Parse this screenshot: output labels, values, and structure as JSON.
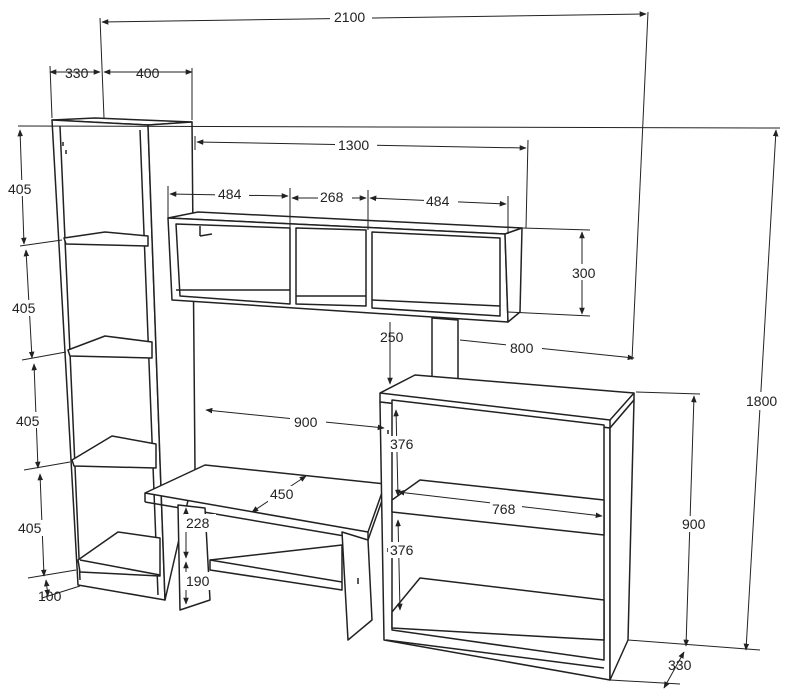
{
  "dimensions": {
    "total_width": "2100",
    "tower_depth": "330",
    "tower_width": "400",
    "shelf_span": "1300",
    "box_left": "484",
    "box_middle": "268",
    "box_right": "484",
    "shelf_height": "300",
    "post_height": "250",
    "post_offset": "800",
    "total_height": "1800",
    "tower_gap_1": "405",
    "tower_gap_2": "405",
    "tower_gap_3": "405",
    "tower_gap_4": "405",
    "tower_plinth": "100",
    "desk_width": "900",
    "desk_depth": "450",
    "desk_clearance_top": "228",
    "desk_clearance_bottom": "190",
    "cabinet_gap_top": "376",
    "cabinet_gap_bottom": "376",
    "cabinet_inner_width": "768",
    "cabinet_height": "900",
    "cabinet_depth": "330"
  }
}
